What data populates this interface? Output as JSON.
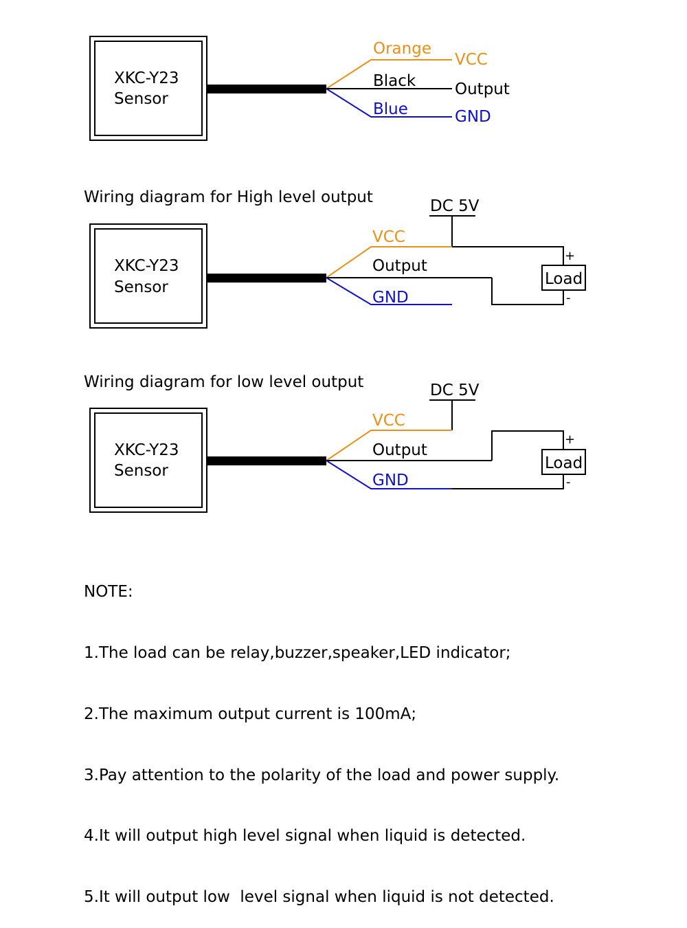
{
  "colors": {
    "orange": "#E8901A",
    "blue": "#1010C8",
    "black": "#000000"
  },
  "diagram1": {
    "sensor_line1": "XKC-Y23",
    "sensor_line2": "Sensor",
    "wire_orange": "Orange",
    "wire_black": "Black",
    "wire_blue": "Blue",
    "pin_vcc": "VCC",
    "pin_output": "Output",
    "pin_gnd": "GND"
  },
  "diagram2": {
    "caption": "Wiring diagram for High level output",
    "sensor_line1": "XKC-Y23",
    "sensor_line2": "Sensor",
    "wire_vcc": "VCC",
    "wire_output": "Output",
    "wire_gnd": "GND",
    "supply": "DC 5V",
    "load": "Load",
    "plus": "+",
    "minus": "-"
  },
  "diagram3": {
    "caption": "Wiring diagram for low level output",
    "sensor_line1": "XKC-Y23",
    "sensor_line2": "Sensor",
    "wire_vcc": "VCC",
    "wire_output": "Output",
    "wire_gnd": "GND",
    "supply": "DC 5V",
    "load": "Load",
    "plus": "+",
    "minus": "-"
  },
  "notes": {
    "title": "NOTE:",
    "items": [
      "1.The load can be relay,buzzer,speaker,LED indicator;",
      "2.The maximum output current is 100mA;",
      "3.Pay attention to the polarity of the load and power supply.",
      "4.It will output high level signal when liquid is detected.",
      "5.It will output low  level signal when liquid is not detected."
    ]
  }
}
